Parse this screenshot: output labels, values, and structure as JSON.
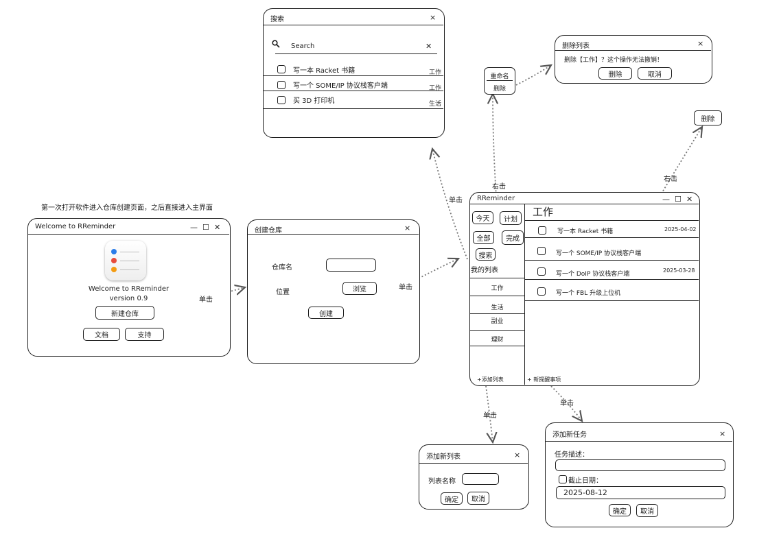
{
  "note_top": "第一次打开软件进入仓库创建页面，之后直接进入主界面",
  "welcome": {
    "title": "Welcome to RReminder",
    "controls": {
      "min": "—",
      "max": "☐",
      "close": "✕"
    },
    "heading": "Welcome to RReminder",
    "version": "version 0.9",
    "new_repo": "新建仓库",
    "docs": "文档",
    "support": "支持"
  },
  "create_repo": {
    "title": "创建仓库",
    "close": "×",
    "name_label": "仓库名",
    "location_label": "位置",
    "browse": "浏览",
    "create": "创建"
  },
  "search": {
    "title": "搜索",
    "close": "×",
    "placeholder": "Search",
    "clear": "✕",
    "results": [
      {
        "text": "写一本 Racket 书籍",
        "tag": "工作"
      },
      {
        "text": "写一个 SOME/IP 协议栈客户端",
        "tag": "工作"
      },
      {
        "text": "买 3D 打印机",
        "tag": "生活"
      }
    ]
  },
  "context_menu": {
    "rename": "重命名",
    "delete": "删除"
  },
  "delete_list": {
    "title": "删除列表",
    "close": "×",
    "message": "删除【工作】？这个操作无法撤销！",
    "confirm": "删除",
    "cancel": "取消"
  },
  "task_delete_menu": {
    "delete": "删除"
  },
  "main": {
    "title": "RReminder",
    "controls": {
      "min": "—",
      "max": "☐",
      "close": "✕"
    },
    "filters": {
      "today": "今天",
      "planned": "计划",
      "all": "全部",
      "done": "完成",
      "search": "搜索"
    },
    "my_lists_label": "我的列表",
    "lists": [
      "工作",
      "生活",
      "副业",
      "理财"
    ],
    "add_list": "+添加列表",
    "list_title": "工作",
    "tasks": [
      {
        "text": "写一本 Racket 书籍",
        "date": "2025-04-02"
      },
      {
        "text": "写一个 SOME/IP 协议栈客户端",
        "date": ""
      },
      {
        "text": "写一个 DoIP 协议栈客户端",
        "date": "2025-03-28"
      },
      {
        "text": "写一个 FBL 升级上位机",
        "date": ""
      }
    ],
    "new_task": "+ 新提醒事项"
  },
  "add_list_dialog": {
    "title": "添加新列表",
    "close": "×",
    "name_label": "列表名称",
    "ok": "确定",
    "cancel": "取消"
  },
  "add_task_dialog": {
    "title": "添加新任务",
    "close": "×",
    "desc_label": "任务描述：",
    "due_label": "截止日期：",
    "date_value": "2025-08-12",
    "ok": "确定",
    "cancel": "取消"
  },
  "labels": {
    "click_1": "单击",
    "click_2": "单击",
    "click_3": "单击",
    "click_4": "单击",
    "click_5": "单击",
    "right_click_1": "右击",
    "right_click_2": "右击"
  }
}
